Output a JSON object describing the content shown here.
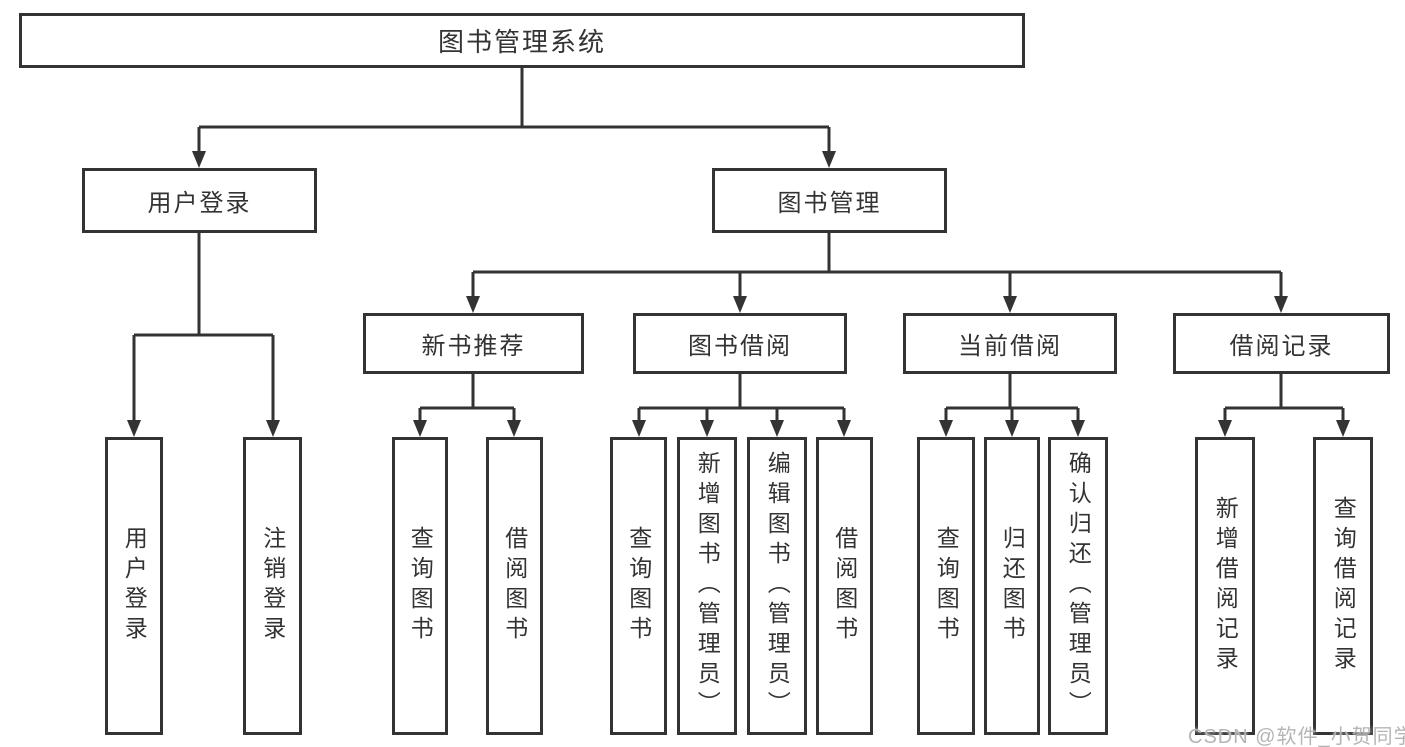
{
  "page": {
    "background": "#ffffff",
    "watermark": "CSDN @软件_小贺同学"
  },
  "style": {
    "line_color": "#333333",
    "text_color": "#333333",
    "box_background": "#ffffff",
    "watermark_color": "#b5b5b5"
  },
  "chart_type": "hierarchy-diagram",
  "tree": {
    "label": "图书管理系统",
    "children": [
      {
        "label": "用户登录",
        "children": [
          {
            "label": "用户登录"
          },
          {
            "label": "注销登录"
          }
        ]
      },
      {
        "label": "图书管理",
        "children": [
          {
            "label": "新书推荐",
            "children": [
              {
                "label": "查询图书"
              },
              {
                "label": "借阅图书"
              }
            ]
          },
          {
            "label": "图书借阅",
            "children": [
              {
                "label": "查询图书"
              },
              {
                "label": "新增图书（管理员）"
              },
              {
                "label": "编辑图书（管理员）"
              },
              {
                "label": "借阅图书"
              }
            ]
          },
          {
            "label": "当前借阅",
            "children": [
              {
                "label": "查询图书"
              },
              {
                "label": "归还图书"
              },
              {
                "label": "确认归还（管理员）"
              }
            ]
          },
          {
            "label": "借阅记录",
            "children": [
              {
                "label": "新增借阅记录"
              },
              {
                "label": "查询借阅记录"
              }
            ]
          }
        ]
      }
    ]
  }
}
